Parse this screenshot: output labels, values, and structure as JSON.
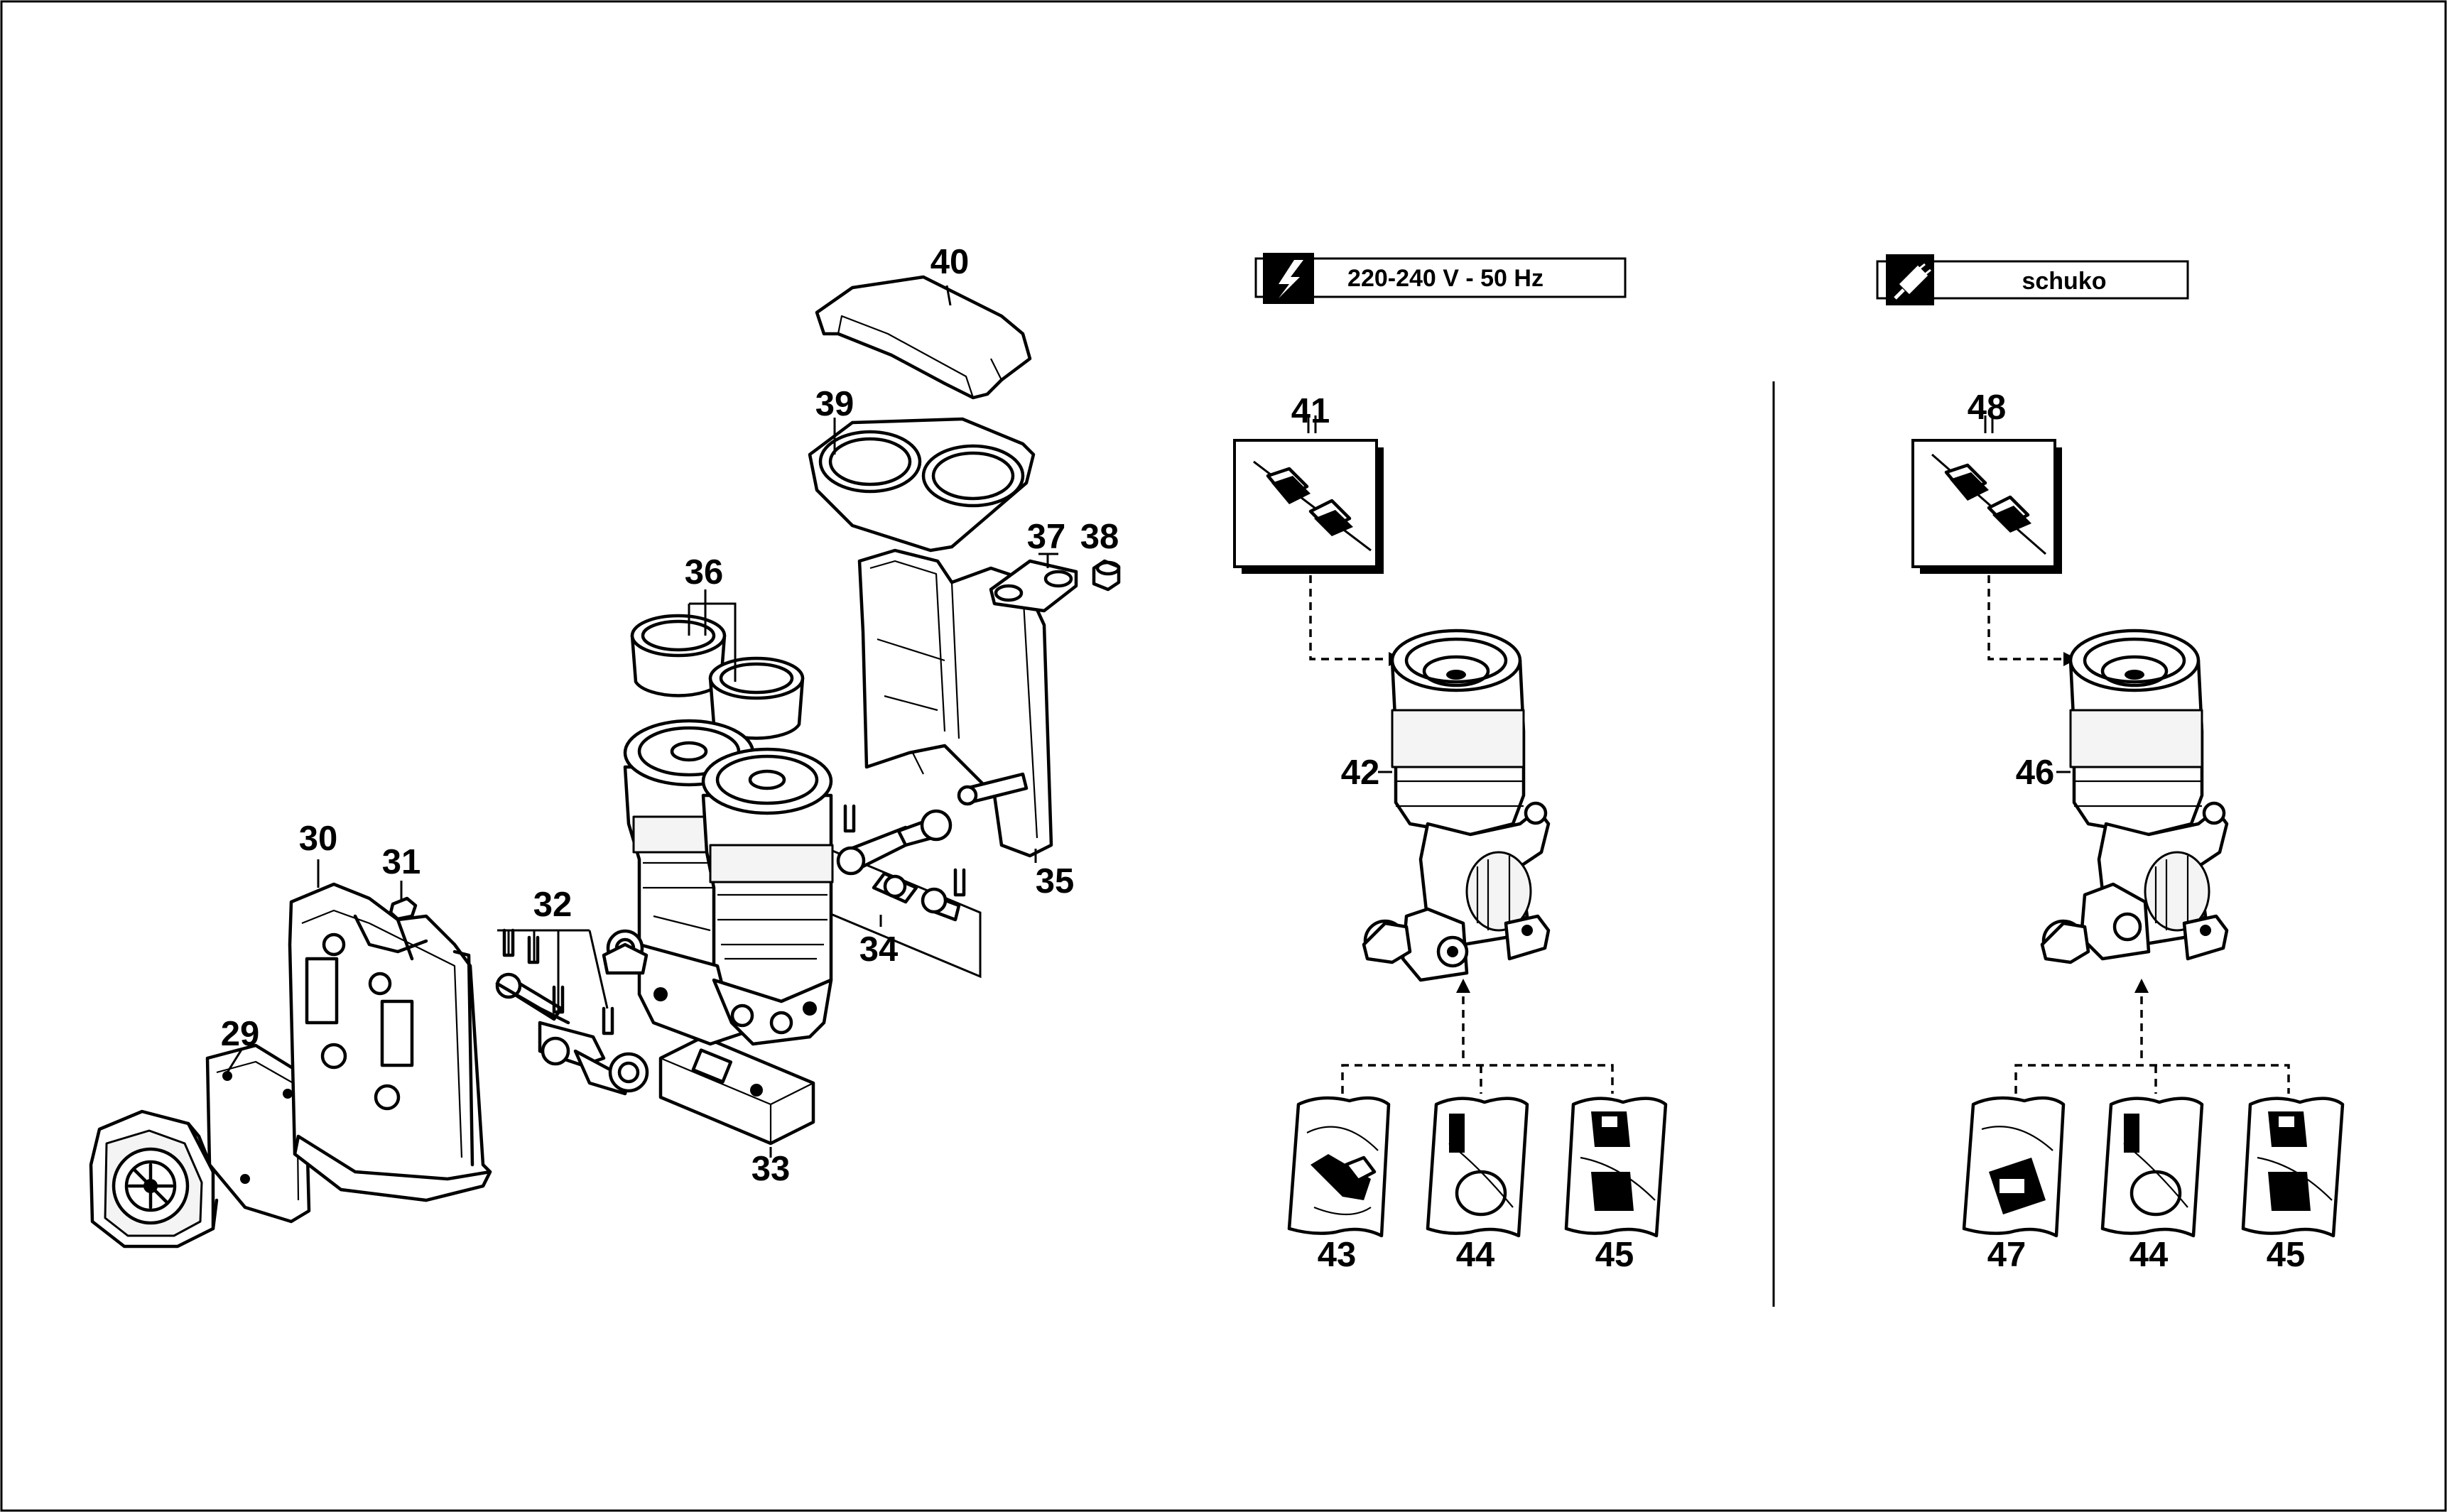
{
  "labels": {
    "l29": "29",
    "l30": "30",
    "l31": "31",
    "l32": "32",
    "l33": "33",
    "l34": "34",
    "l35": "35",
    "l36": "36",
    "l37": "37",
    "l38": "38",
    "l39": "39",
    "l40": "40",
    "l41": "41",
    "l42": "42",
    "l43": "43",
    "l44a": "44",
    "l45a": "45",
    "l46": "46",
    "l47": "47",
    "l44b": "44",
    "l45b": "45",
    "l48": "48"
  },
  "headers": {
    "voltage": {
      "text": "220-240 V - 50 Hz",
      "icon": "lightning-icon"
    },
    "plug": {
      "text": "schuko",
      "icon": "plug-icon"
    }
  }
}
